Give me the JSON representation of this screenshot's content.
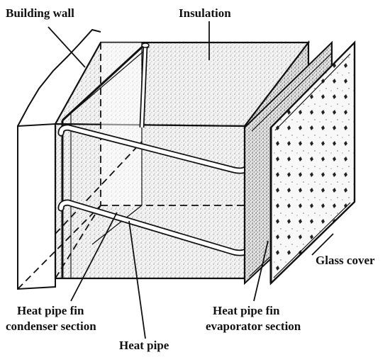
{
  "labels": {
    "building_wall": "Building wall",
    "insulation": "Insulation",
    "glass_cover": "Glass cover",
    "condenser_line1": "Heat pipe fin",
    "condenser_line2": "condenser section",
    "evaporator_line1": "Heat pipe fin",
    "evaporator_line2": "evaporator section",
    "heat_pipe": "Heat pipe"
  }
}
